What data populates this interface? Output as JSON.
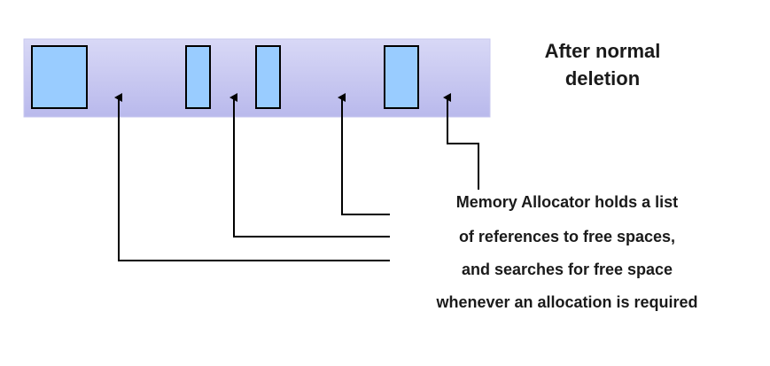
{
  "title": {
    "line1": "After normal",
    "line2": "deletion"
  },
  "description": {
    "lines": [
      "Memory Allocator holds a list",
      "of references to free spaces,",
      "and searches for free space",
      "whenever an allocation is required"
    ]
  },
  "colors": {
    "memory_band_top": "#d8d8f6",
    "memory_band_bottom": "#b9b9ec",
    "allocated_block": "#99ccff",
    "outline": "#000000"
  }
}
